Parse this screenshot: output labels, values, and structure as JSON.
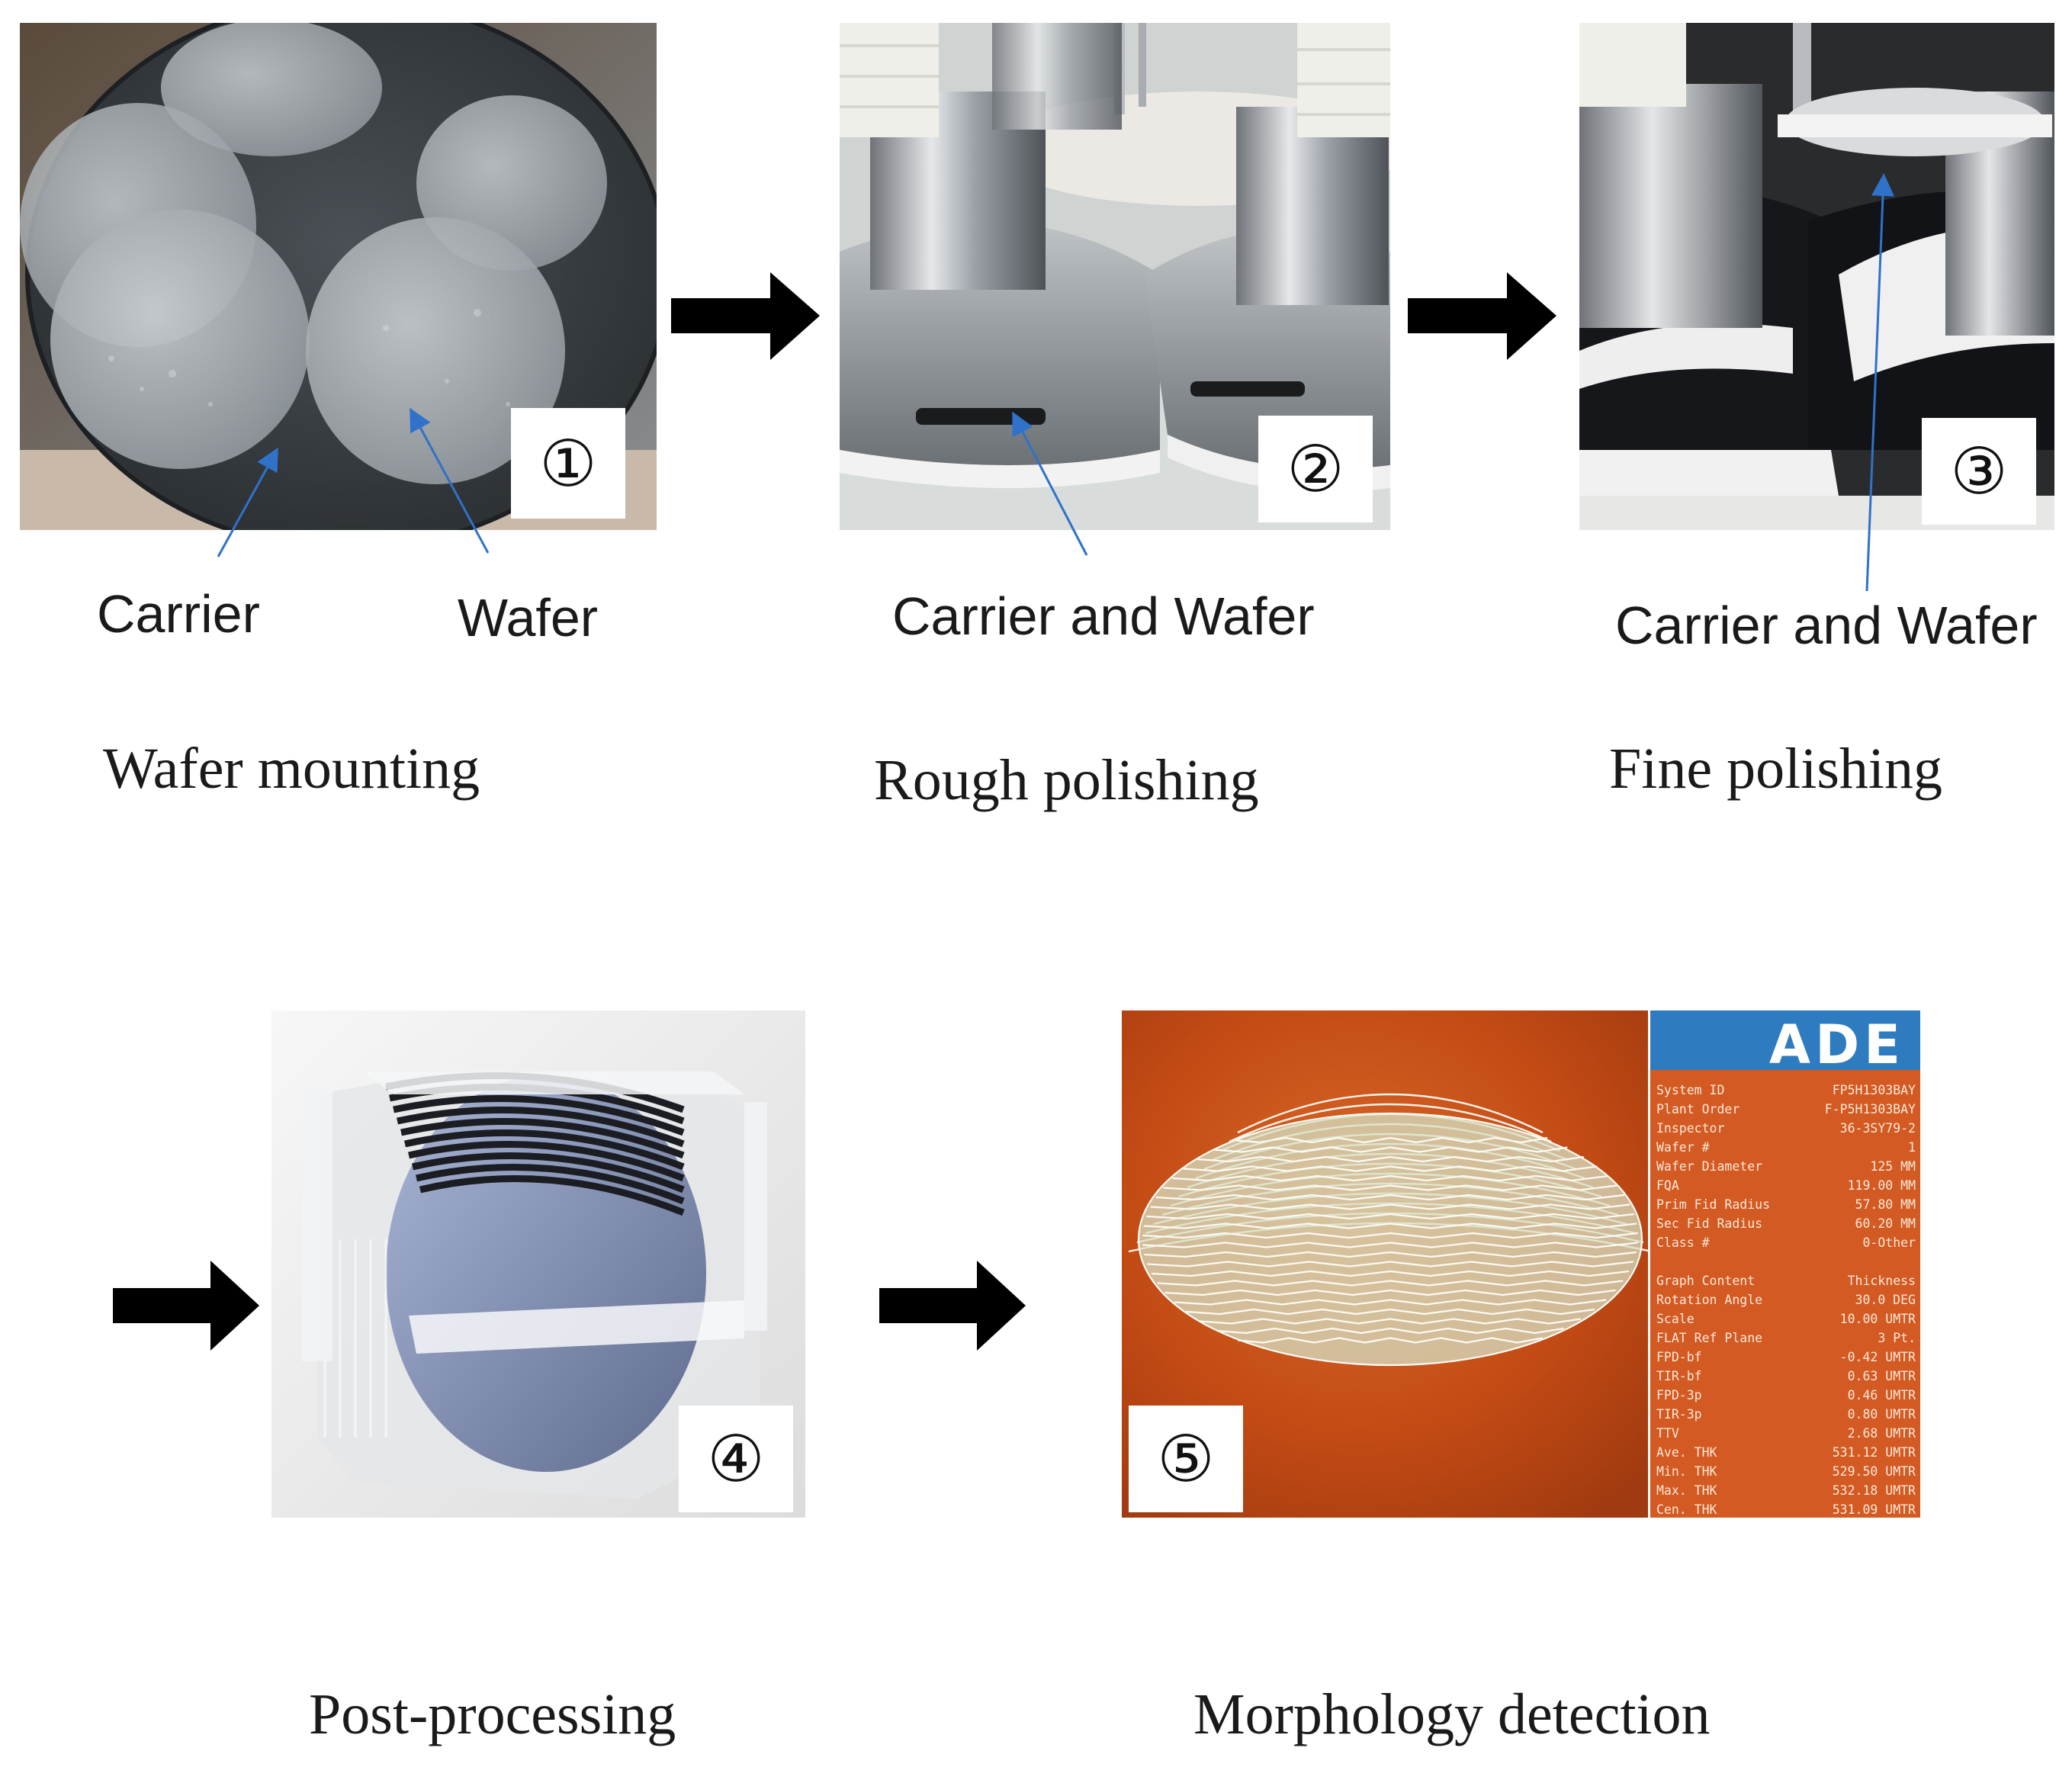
{
  "panels": [
    {
      "number": "①",
      "caption": "Wafer mounting"
    },
    {
      "number": "②",
      "caption": "Rough polishing"
    },
    {
      "number": "③",
      "caption": "Fine polishing"
    },
    {
      "number": "④",
      "caption": "Post-processing"
    },
    {
      "number": "⑤",
      "caption": "Morphology detection"
    }
  ],
  "labels": {
    "carrier": "Carrier",
    "wafer": "Wafer",
    "carrier_and_wafer_2": "Carrier and Wafer",
    "carrier_and_wafer_3": "Carrier and Wafer"
  },
  "screen": {
    "logo": "ADE",
    "rows_a": [
      {
        "key": "System ID",
        "val": "FP5H1303BAY"
      },
      {
        "key": "Plant Order",
        "val": "F-P5H1303BAY"
      },
      {
        "key": "Inspector",
        "val": "36-3SY79-2"
      },
      {
        "key": "Wafer #",
        "val": "1"
      },
      {
        "key": "Wafer Diameter",
        "val": "125 MM"
      },
      {
        "key": "FQA",
        "val": "119.00 MM"
      },
      {
        "key": "Prim Fid Radius",
        "val": "57.80 MM"
      },
      {
        "key": "Sec Fid Radius",
        "val": "60.20 MM"
      },
      {
        "key": "Class #",
        "val": "0-Other"
      }
    ],
    "rows_b": [
      {
        "key": "Graph Content",
        "val": "Thickness"
      },
      {
        "key": "Rotation Angle",
        "val": "30.0 DEG"
      },
      {
        "key": "Scale",
        "val": "10.00 UMTR"
      },
      {
        "key": "FLAT Ref Plane",
        "val": "3 Pt."
      },
      {
        "key": "FPD-bf",
        "val": "-0.42 UMTR"
      },
      {
        "key": "TIR-bf",
        "val": "0.63 UMTR"
      },
      {
        "key": "FPD-3p",
        "val": "0.46 UMTR"
      },
      {
        "key": "TIR-3p",
        "val": "0.80 UMTR"
      },
      {
        "key": "TTV",
        "val": "2.68 UMTR"
      },
      {
        "key": "Ave. THK",
        "val": "531.12 UMTR"
      },
      {
        "key": "Min. THK",
        "val": "529.50 UMTR"
      },
      {
        "key": "Max. THK",
        "val": "532.18 UMTR"
      },
      {
        "key": "Cen. THK",
        "val": "531.09 UMTR"
      }
    ]
  }
}
